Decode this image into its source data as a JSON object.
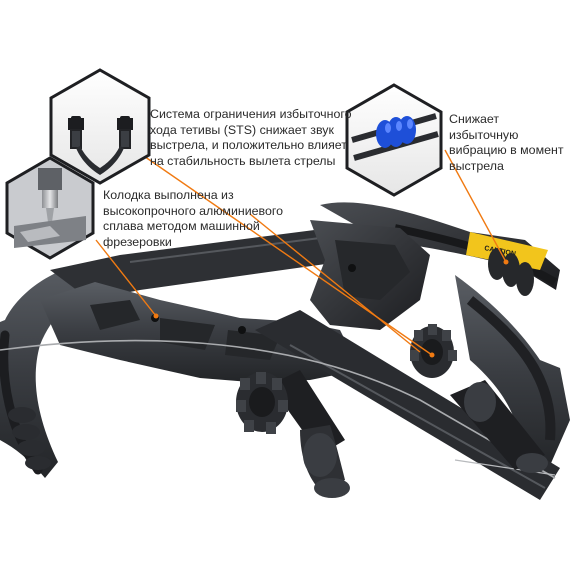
{
  "callouts": {
    "sts": "Система ограничения избыточного\nхода тетивы (STS) снижает звук\nвыстрела, и положительно влияет\nна стабильность вылета стрелы",
    "riser": "Колодка выполнена из\nвысокопрочного алюминиевого\nсплава методом машинной\nфрезеровки",
    "dampener": "Снижает избыточную\nвибрацию в момент\nвыстрела"
  },
  "label_text": "CAUTION",
  "colors": {
    "accent": "#f07a12",
    "dampener_blue": "#1e4fd8",
    "caution_yellow": "#f2c51c",
    "metal": "#3a3d42",
    "text": "#2b2b2b"
  },
  "icons": [
    "crossbow-photo",
    "sts-stoppers-icon",
    "cnc-mill-icon",
    "vibration-dampener-icon"
  ]
}
